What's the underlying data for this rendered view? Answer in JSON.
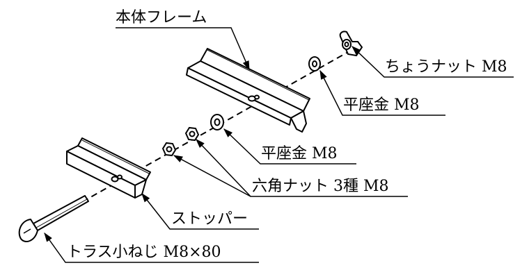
{
  "colors": {
    "ink": "#000000",
    "paper": "#ffffff"
  },
  "labels": {
    "frame": "本体フレーム",
    "wing_nut": "ちょうナット M8",
    "washer_top": "平座金 M8",
    "washer_mid": "平座金 M8",
    "hex_nut": "六角ナット 3種 M8",
    "stopper": "ストッパー",
    "screw": "トラス小ねじ M8×80"
  }
}
